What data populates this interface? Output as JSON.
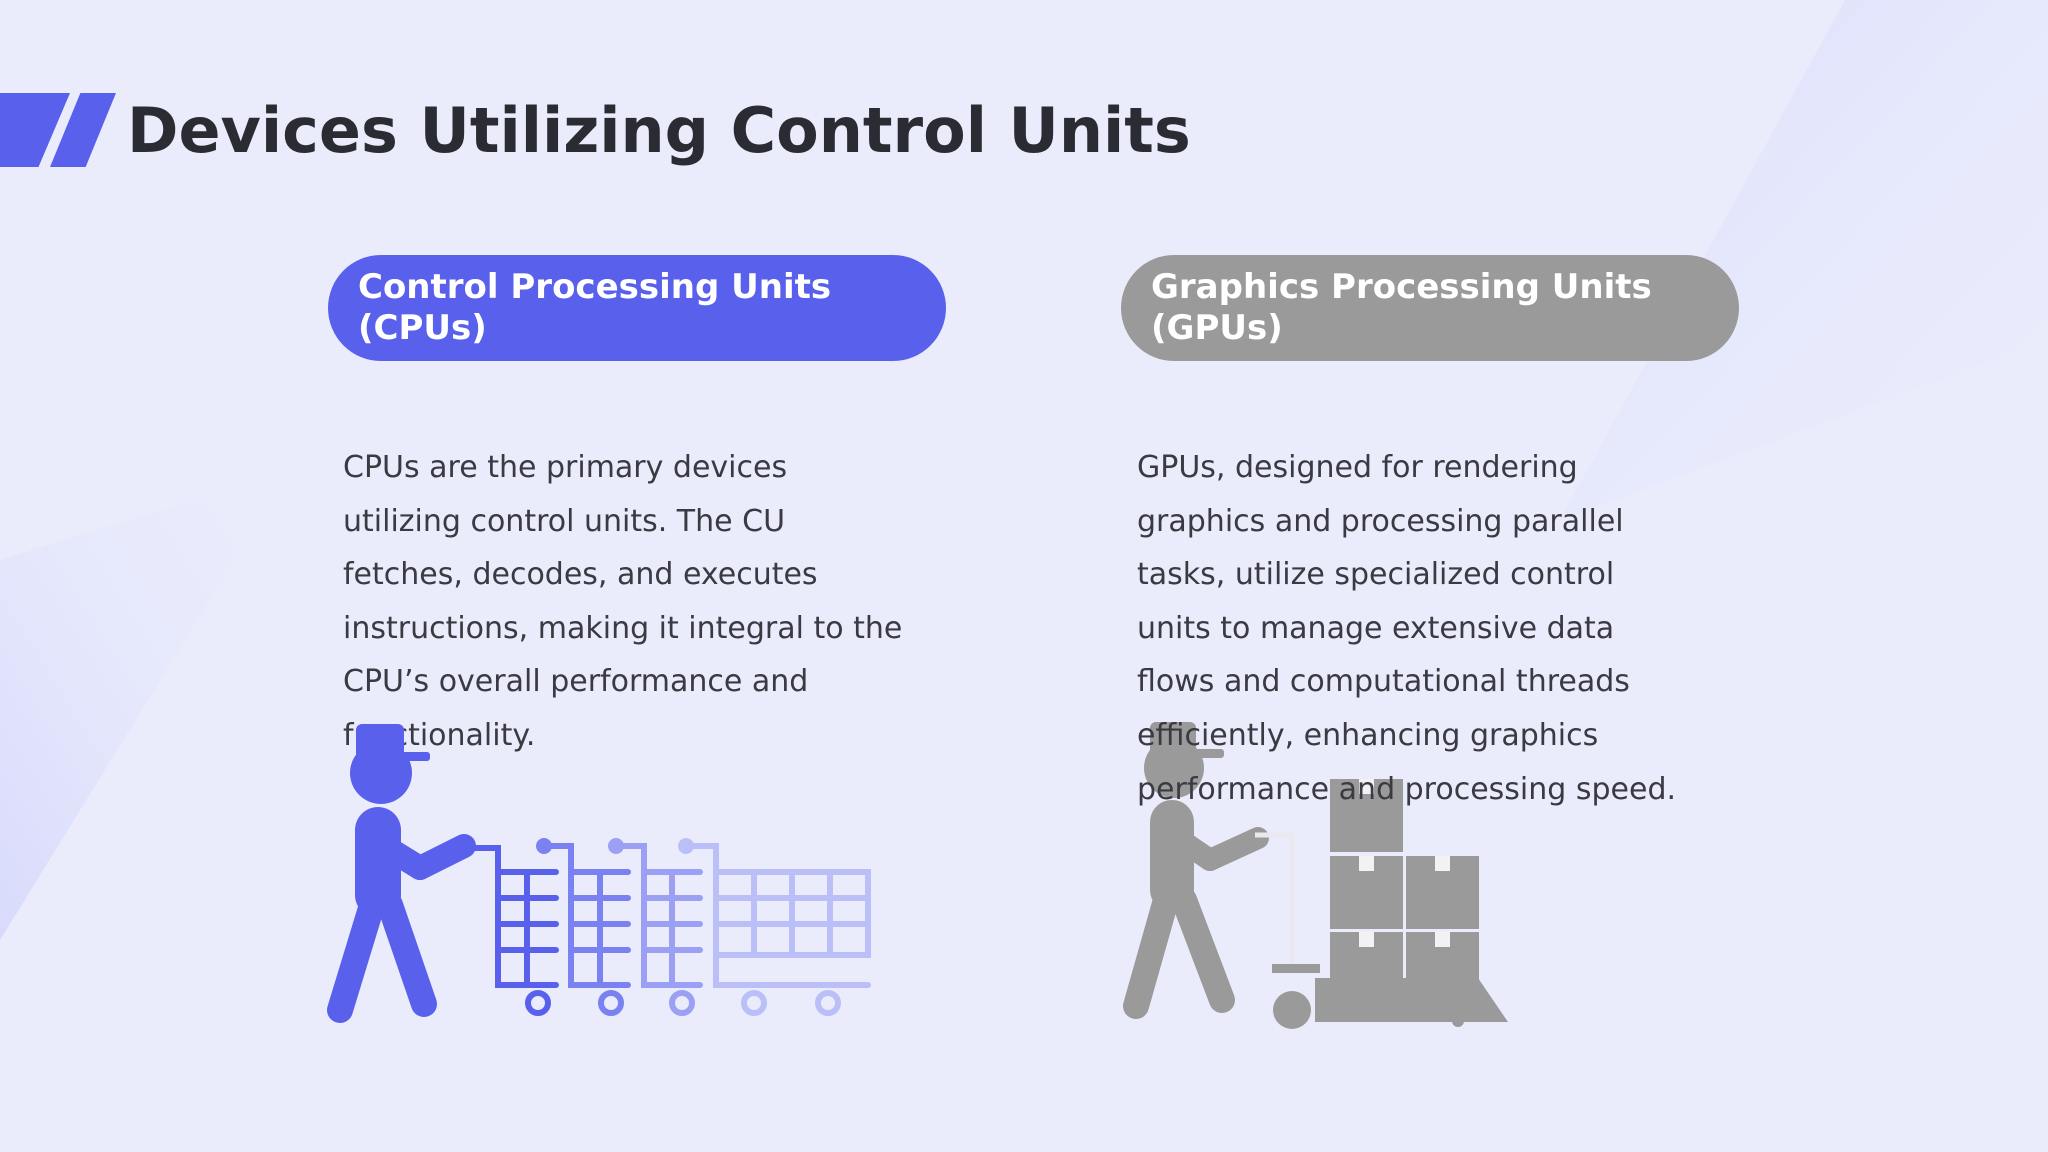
{
  "header": {
    "title": "Devices Utilizing Control Units"
  },
  "sections": [
    {
      "heading": "Control Processing Units (CPUs)",
      "body": "CPUs are the primary devices utilizing control units. The CU fetches, decodes, and executes instructions, making it integral to the CPU’s overall performance and functionality.",
      "accent": "#5961ec",
      "illustration_icon": "person-pushing-shopping-carts-icon"
    },
    {
      "heading": "Graphics Processing Units (GPUs)",
      "body": "GPUs, designed for rendering graphics and processing parallel tasks, utilize specialized control units to manage extensive data flows and computational threads efficiently, enhancing graphics performance and processing speed.",
      "accent": "#9a9a9a",
      "illustration_icon": "person-pushing-hand-truck-with-boxes-icon"
    }
  ],
  "colors": {
    "background": "#eaecfc",
    "accent": "#5961ec",
    "muted": "#9a9a9a",
    "title_text": "#2b2c33",
    "body_text": "#3a3a42"
  }
}
